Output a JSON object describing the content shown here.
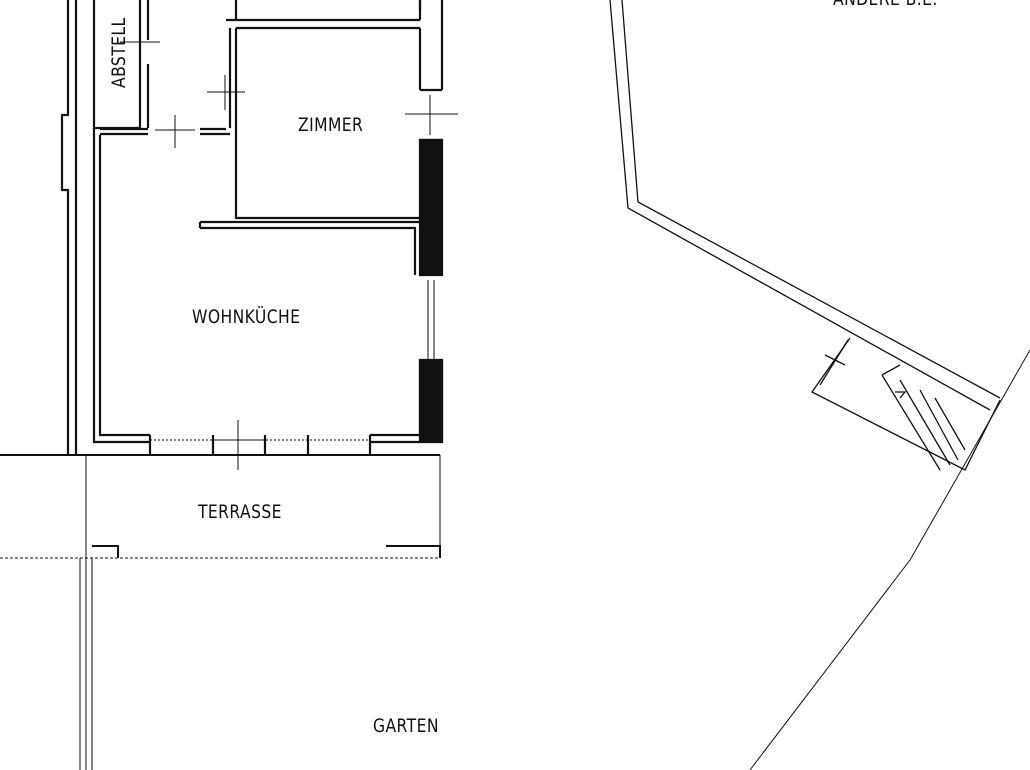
{
  "rooms": {
    "abstell": "ABSTELL",
    "zimmer": "ZIMMER",
    "wohnkueche": "WOHNKÜCHE",
    "terrasse": "TERRASSE",
    "garten": "GARTEN",
    "andere": "ANDERE B.E."
  }
}
